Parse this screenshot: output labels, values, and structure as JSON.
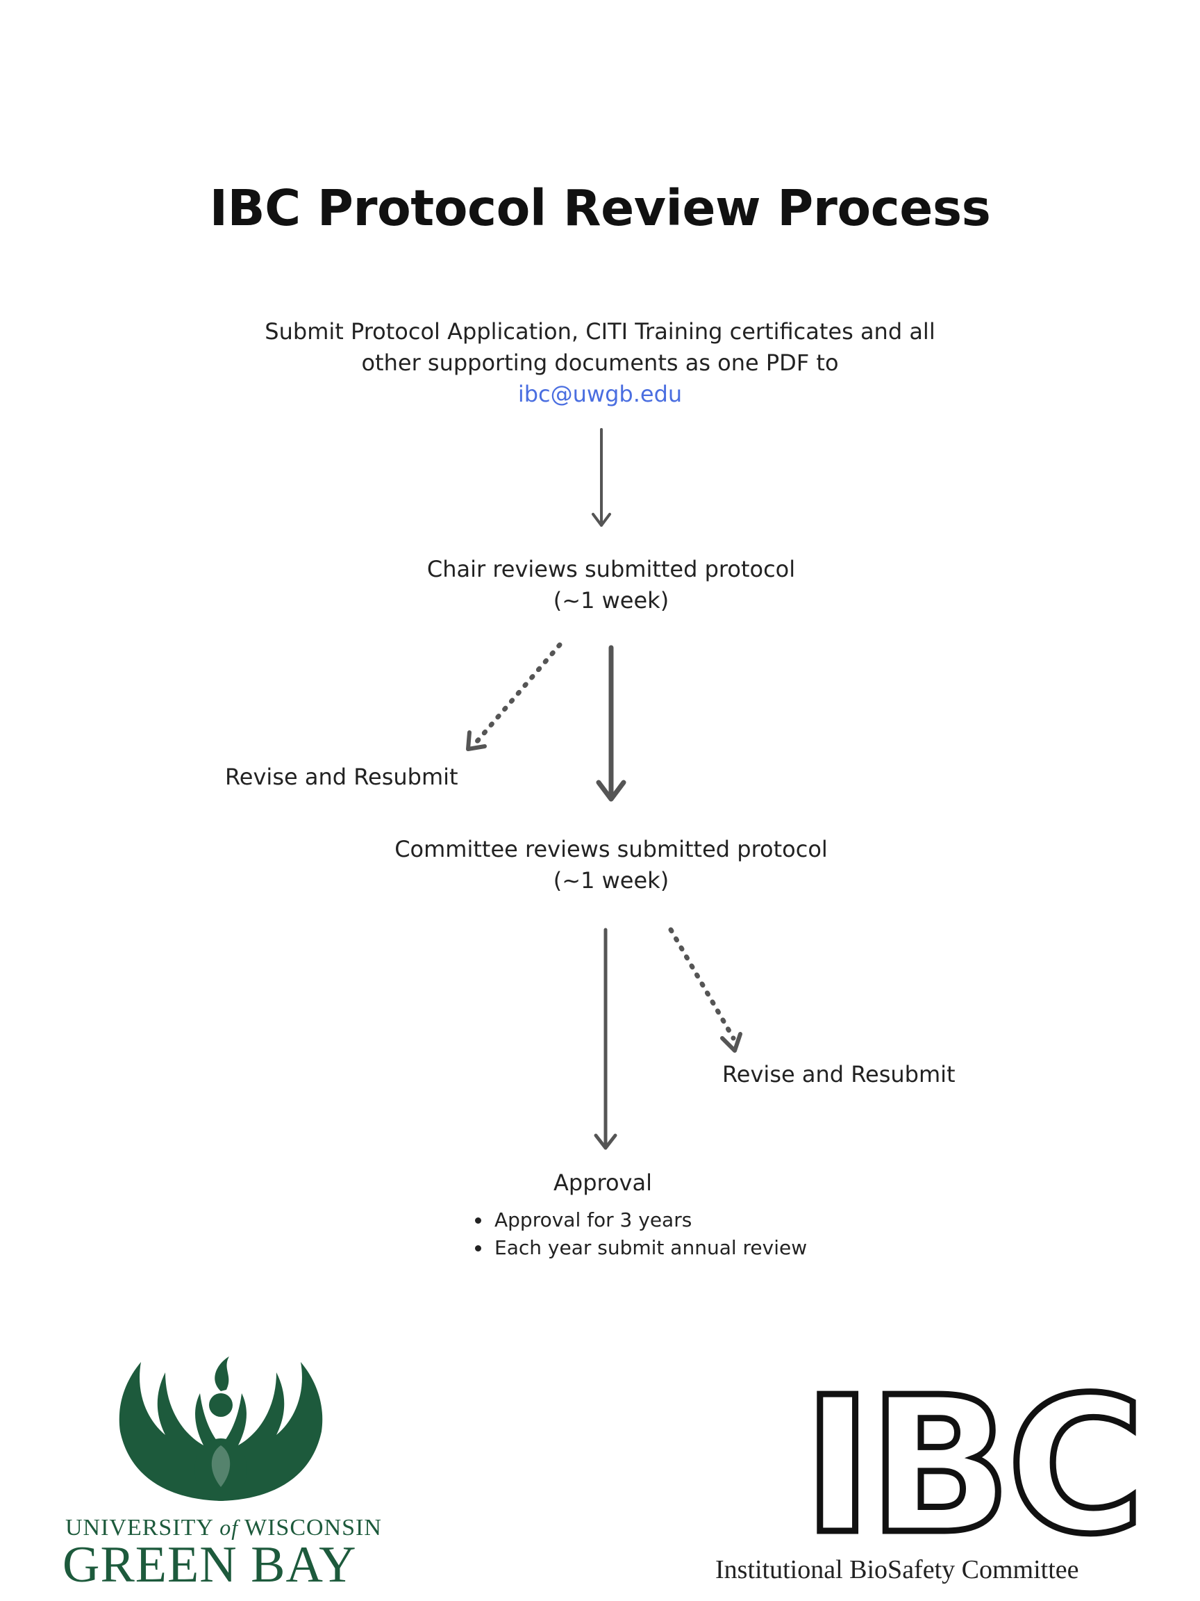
{
  "title": "IBC Protocol Review Process",
  "steps": {
    "submit": {
      "line1": "Submit Protocol Application, CITI Training certificates and all",
      "line2": "other supporting documents as one PDF to",
      "email": "ibc@uwgb.edu"
    },
    "chair": {
      "line1": "Chair reviews submitted protocol",
      "line2": "(~1 week)"
    },
    "revise_1": "Revise and Resubmit",
    "committee": {
      "line1": "Committee reviews submitted protocol",
      "line2": "(~1 week)"
    },
    "revise_2": "Revise and Resubmit",
    "approval": {
      "label": "Approval",
      "bullets": [
        "Approval for 3 years",
        "Each year submit annual review"
      ]
    }
  },
  "logos": {
    "uwgb": {
      "line1_a": "UNIVERSITY",
      "line1_of": "of",
      "line1_b": "WISCONSIN",
      "line2": "GREEN BAY",
      "color": "#1d5a3c"
    },
    "ibc": {
      "letters": "IBC",
      "subtitle": "Institutional BioSafety Committee"
    }
  },
  "colors": {
    "arrow": "#555555",
    "link": "#4a6ee0"
  }
}
